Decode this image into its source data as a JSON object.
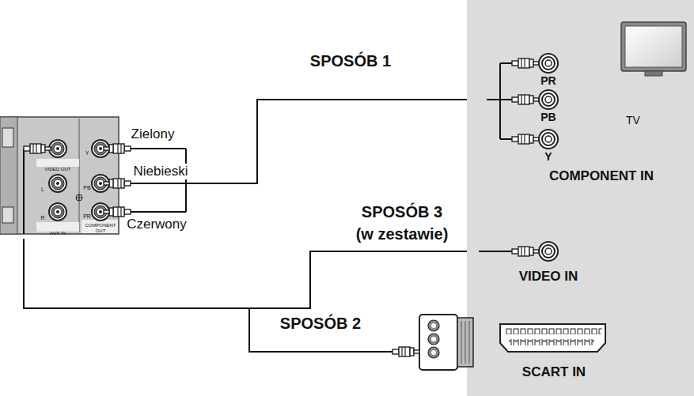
{
  "diagram": {
    "nodes": [
      {
        "text": [
          "VIDEO OUT",
          "AUX IN",
          "COMPONENT OUT"
        ]
      },
      {
        "text": [
          "TV"
        ]
      },
      {
        "text": [
          "PR",
          "PB",
          "Y",
          "COMPONENT IN"
        ],
        "in": 1
      },
      {
        "text": [
          "VIDEO IN"
        ],
        "in": 1
      },
      {
        "text": [
          "SCART IN"
        ],
        "in": 1
      }
    ],
    "edges": [
      {
        "from": 0,
        "to": 2,
        "arrow": "none",
        "label": "SPOSÓB 1"
      },
      {
        "from": 0,
        "to": 3,
        "arrow": "none",
        "label": "SPOSÓB 3 (w zestawie)"
      },
      {
        "from": 0,
        "to": 4,
        "arrow": "to",
        "label": "SPOSÓB 2"
      }
    ],
    "labels": [
      "Zielony",
      "Niebieski",
      "Czerwony",
      "Y",
      "PB",
      "PR",
      "L",
      "R"
    ]
  }
}
